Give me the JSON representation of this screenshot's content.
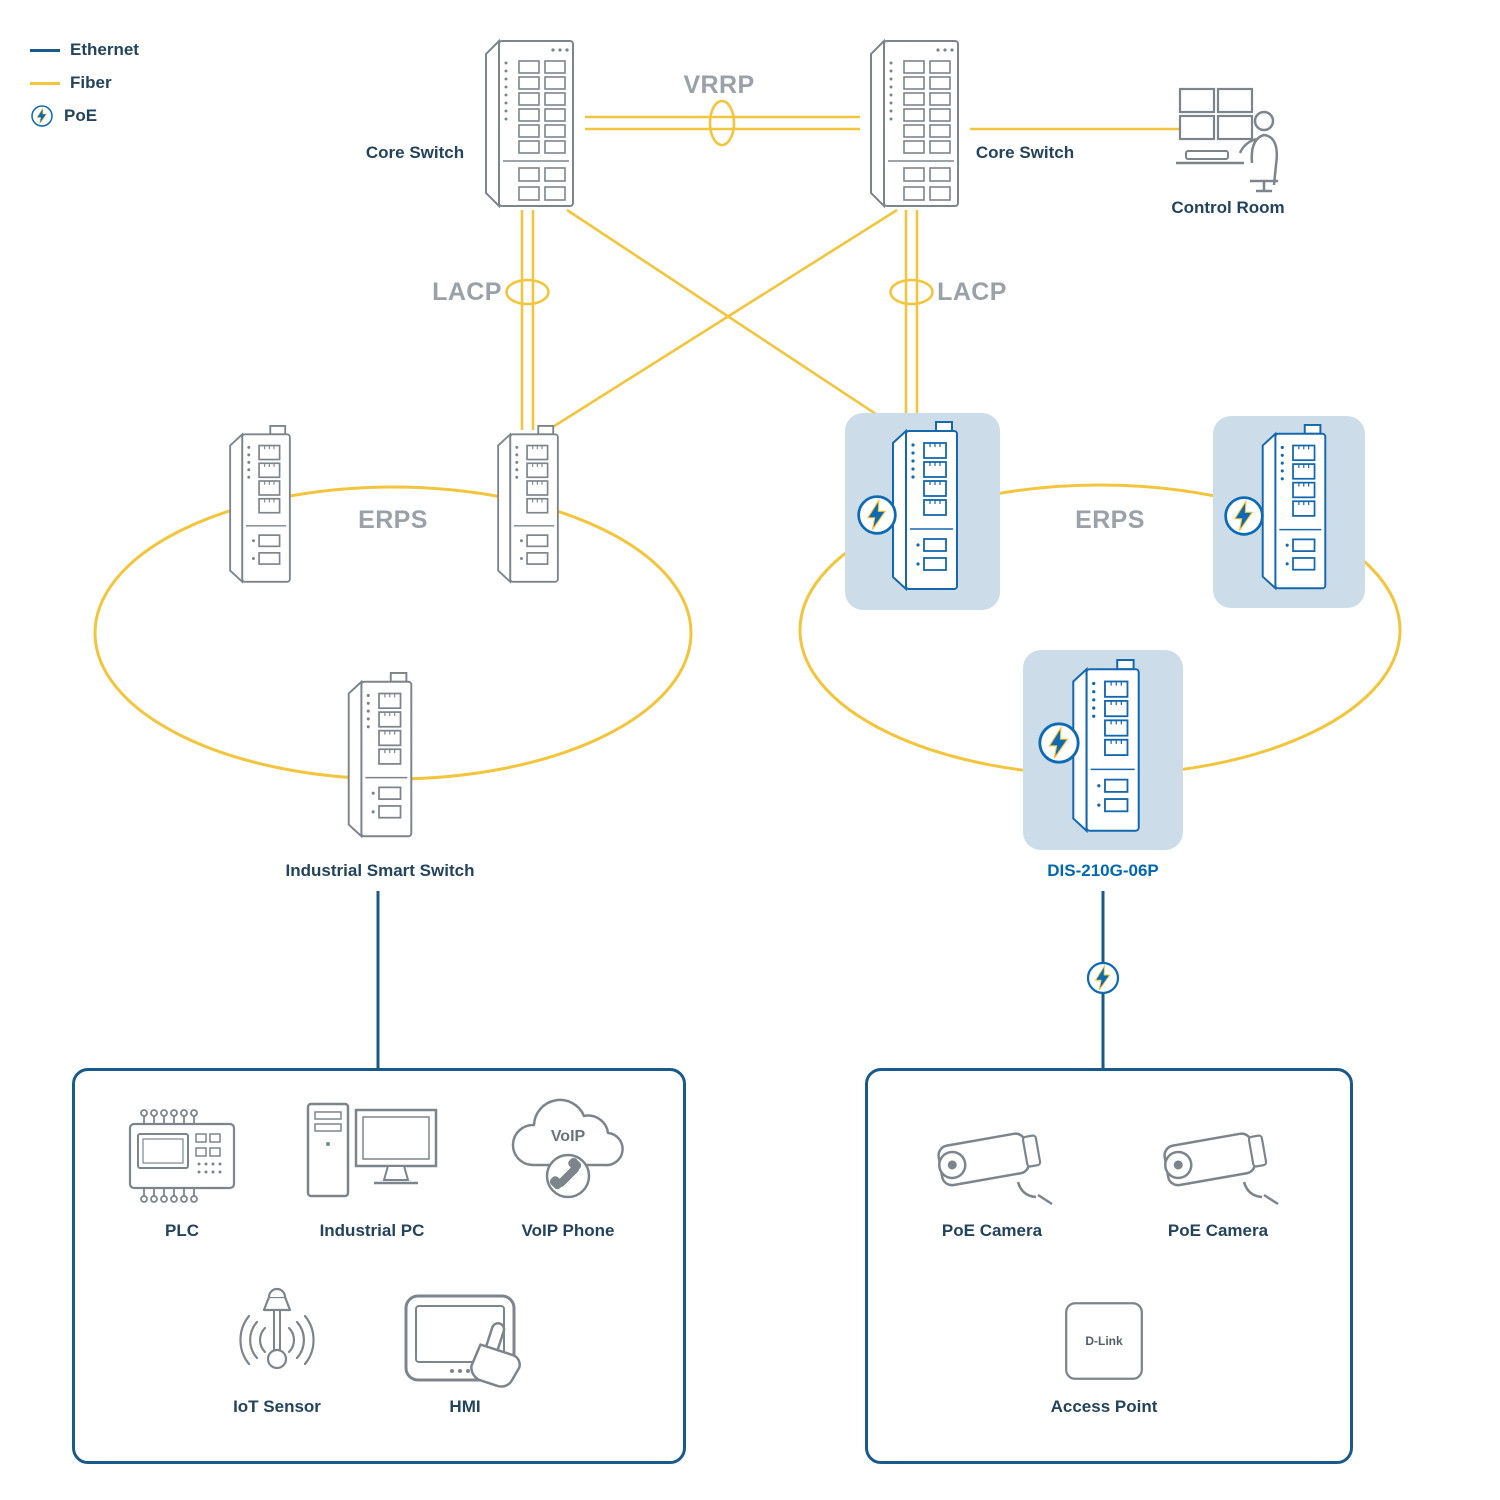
{
  "legend": {
    "ethernet_label": "Ethernet",
    "fiber_label": "Fiber",
    "poe_label": "PoE"
  },
  "topology": {
    "vrrp_label": "VRRP",
    "lacp_left_label": "LACP",
    "lacp_right_label": "LACP",
    "erps_left_label": "ERPS",
    "erps_right_label": "ERPS",
    "core_switch_left_label": "Core Switch",
    "core_switch_right_label": "Core Switch",
    "control_room_label": "Control Room",
    "industrial_switch_label": "Industrial Smart Switch",
    "poe_switch_label": "DIS-210G-06P"
  },
  "left_group": {
    "plc_label": "PLC",
    "industrial_pc_label": "Industrial PC",
    "voip_phone_label": "VoIP Phone",
    "voip_cloud_text": "VoIP",
    "iot_sensor_label": "IoT Sensor",
    "hmi_label": "HMI"
  },
  "right_group": {
    "poe_camera_1_label": "PoE Camera",
    "poe_camera_2_label": "PoE Camera",
    "access_point_label": "Access Point",
    "access_point_logo": "D-Link"
  },
  "colors": {
    "ethernet": "#1a5a8a",
    "fiber": "#f3c53d",
    "poe_blue": "#0e6ab2",
    "protocol_gray": "#9aa1a8",
    "text_dark": "#24435c",
    "model_blue": "#0067b2",
    "highlight_blue": "#ccdde9",
    "icon_gray": "#7d858c"
  }
}
